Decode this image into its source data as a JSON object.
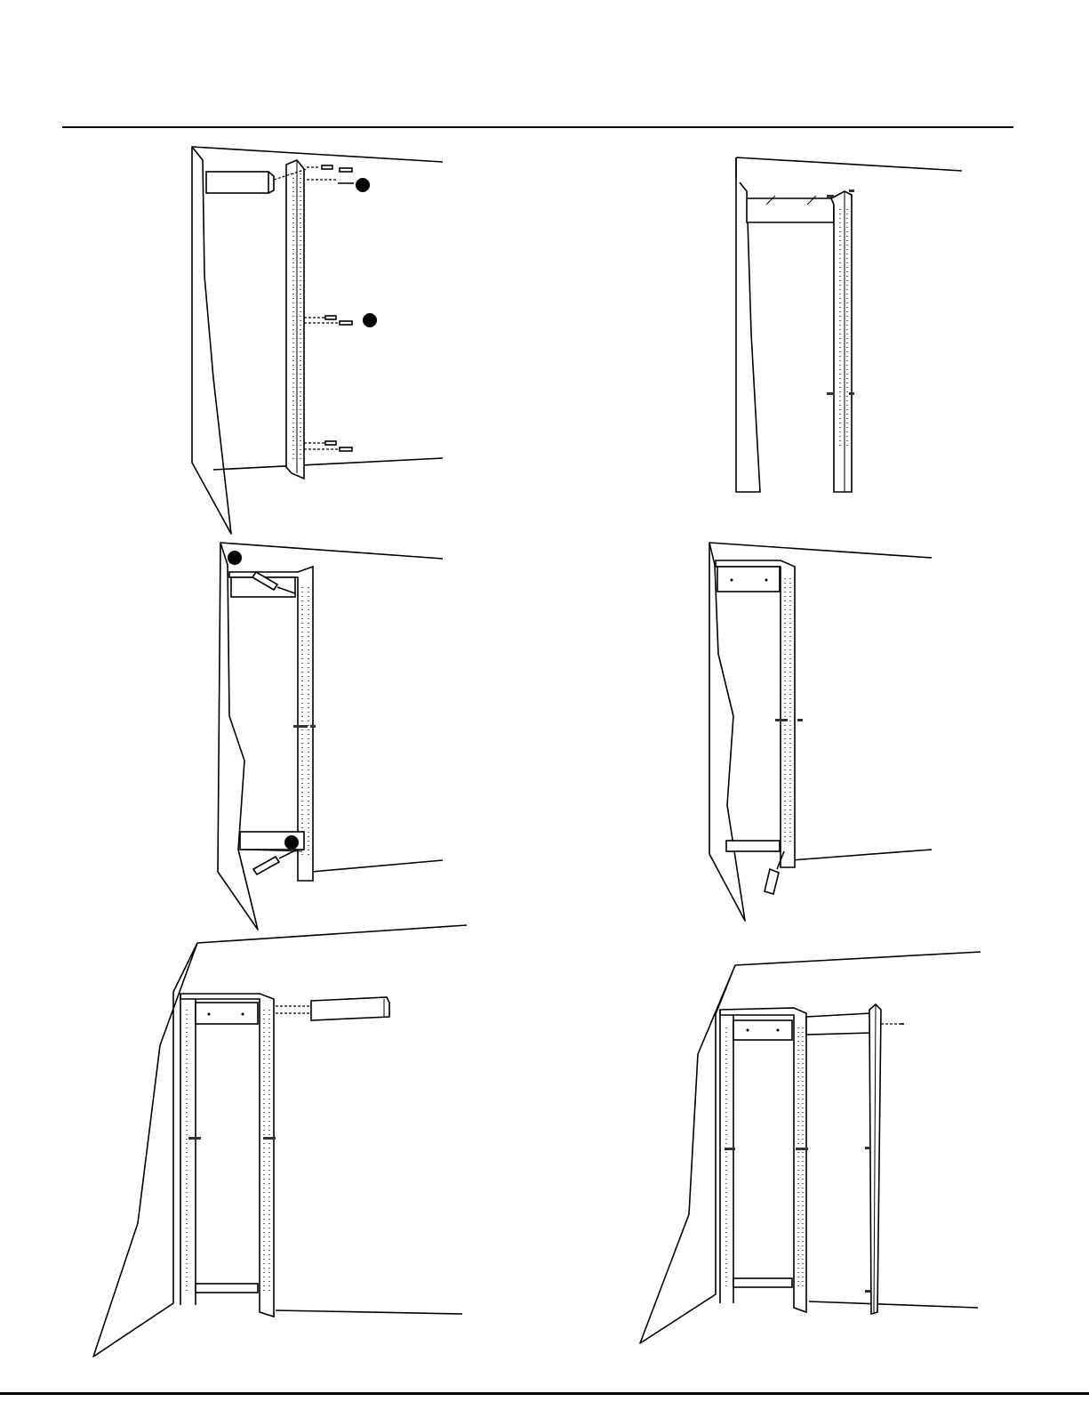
{
  "document": {
    "type": "assembly-instructions",
    "panels": [
      {
        "id": "step-1",
        "description_key": "fasteners-inserted-into-side-panel"
      },
      {
        "id": "step-2",
        "description_key": "top-shelf-joined-to-side-panel"
      },
      {
        "id": "step-3",
        "description_key": "frame-screwed-top-and-bottom"
      },
      {
        "id": "step-4",
        "description_key": "frame-bottom-fastened"
      },
      {
        "id": "step-5",
        "description_key": "second-shelf-attached-to-frame"
      },
      {
        "id": "step-6",
        "description_key": "second-side-panel-attached"
      }
    ],
    "step_markers": 4
  }
}
